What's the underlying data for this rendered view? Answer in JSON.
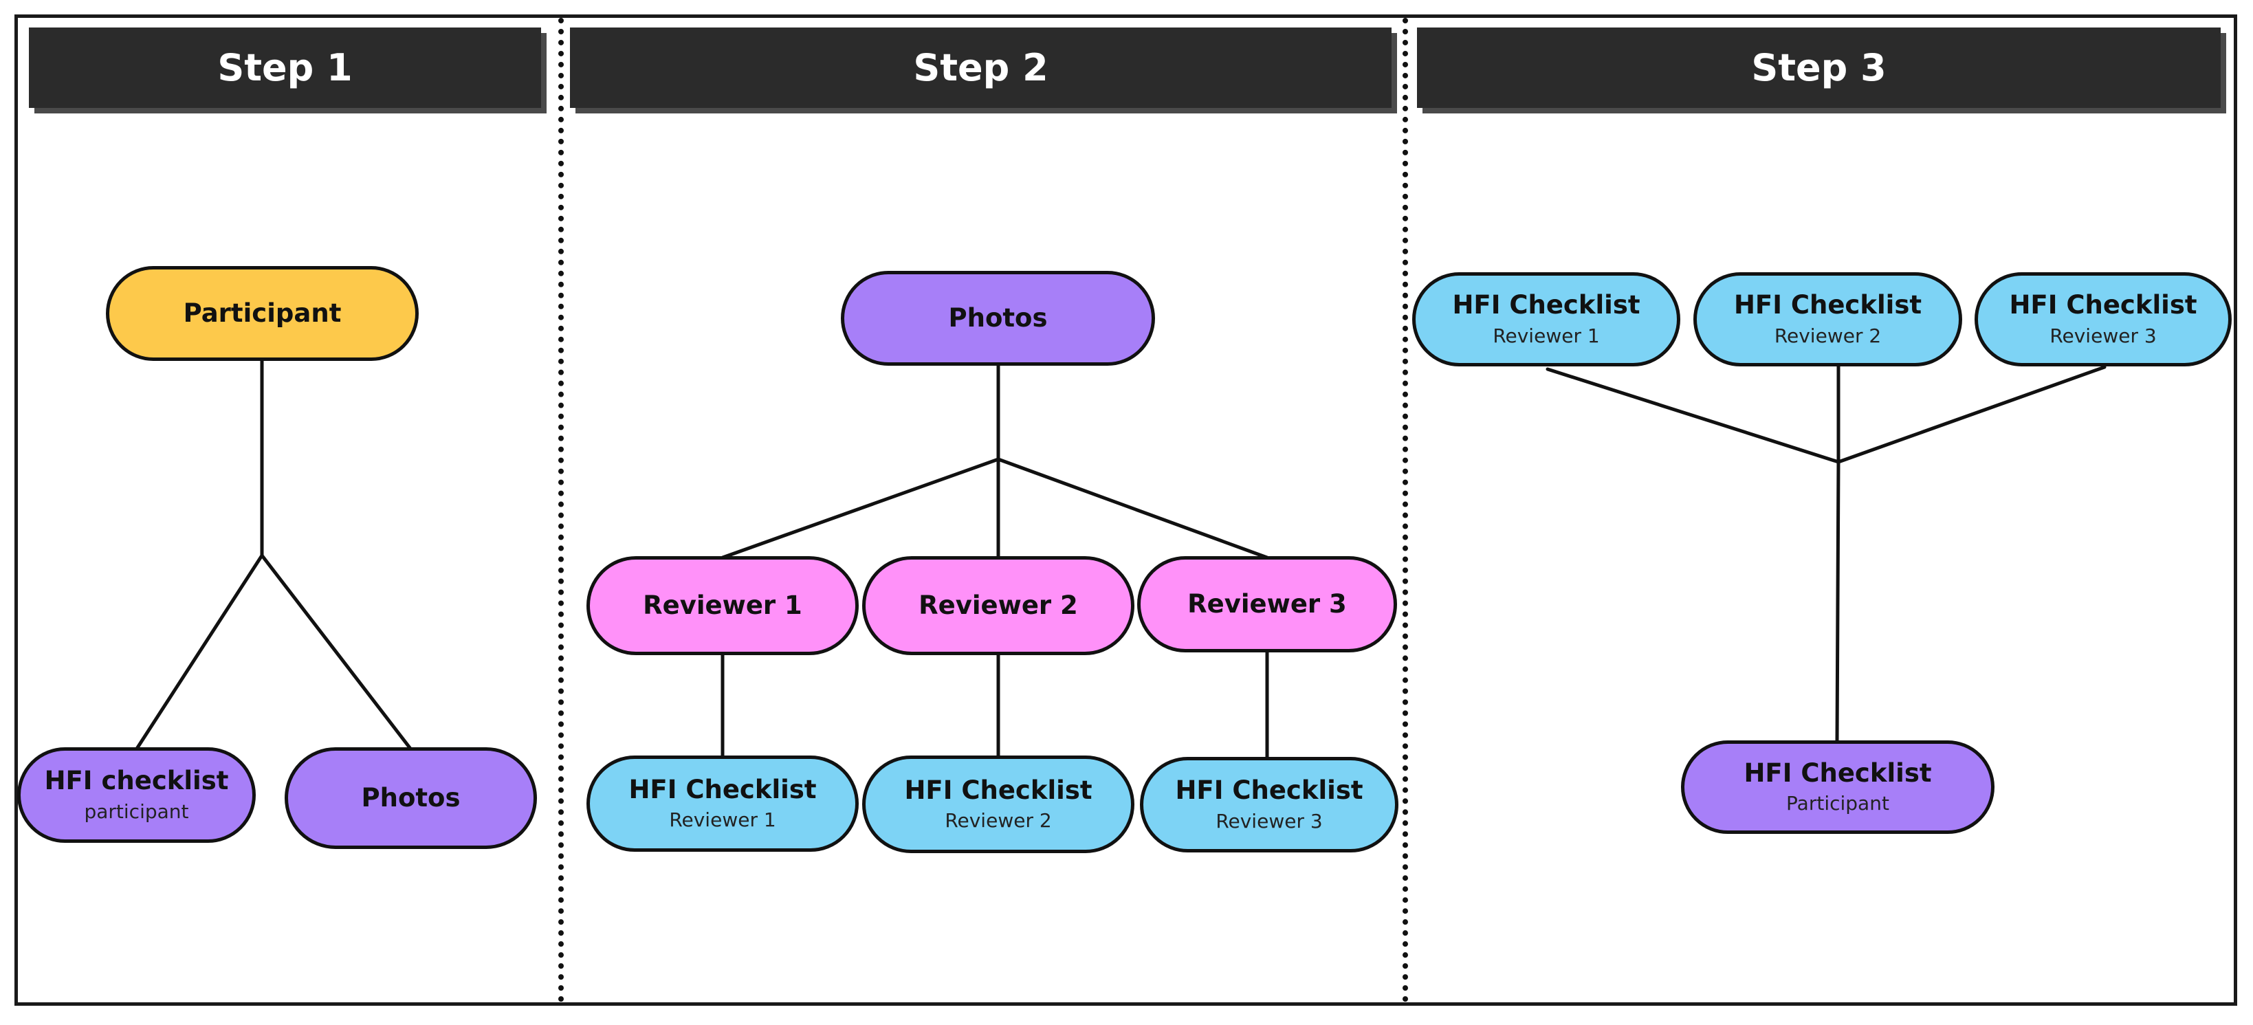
{
  "colors": {
    "yellow": "#FDC94B",
    "purple": "#A77FF8",
    "pink": "#FF91F9",
    "blue": "#7DD3F5",
    "banner": "#2B2B2B"
  },
  "step1": {
    "title": "Step 1",
    "participant": "Participant",
    "hfi_title": "HFI checklist",
    "hfi_sub": "participant",
    "photos": "Photos"
  },
  "step2": {
    "title": "Step 2",
    "photos": "Photos",
    "reviewer1": "Reviewer 1",
    "reviewer2": "Reviewer 2",
    "reviewer3": "Reviewer 3",
    "hfi1_title": "HFI Checklist",
    "hfi1_sub": "Reviewer 1",
    "hfi2_title": "HFI Checklist",
    "hfi2_sub": "Reviewer 2",
    "hfi3_title": "HFI Checklist",
    "hfi3_sub": "Reviewer 3"
  },
  "step3": {
    "title": "Step 3",
    "hfi1_title": "HFI Checklist",
    "hfi1_sub": "Reviewer 1",
    "hfi2_title": "HFI Checklist",
    "hfi2_sub": "Reviewer 2",
    "hfi3_title": "HFI Checklist",
    "hfi3_sub": "Reviewer 3",
    "participant_title": "HFI Checklist",
    "participant_sub": "Participant"
  }
}
